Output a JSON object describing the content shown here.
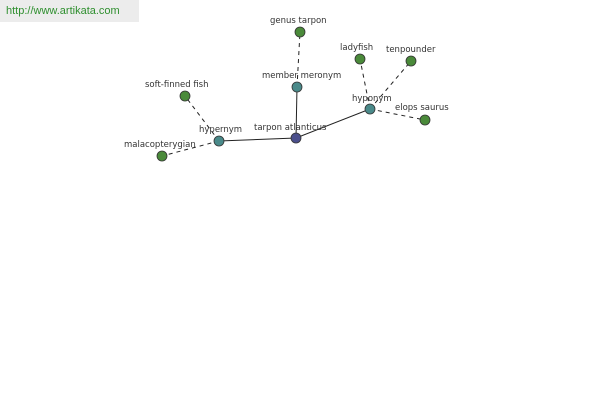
{
  "site_url": "http://www.artikata.com",
  "colors": {
    "center_node": "#4b4f8c",
    "relation_node": "#4a8a8a",
    "leaf_node": "#4a8a3a",
    "url_text": "#2f8f2f"
  },
  "graph": {
    "center": {
      "id": "tarpon",
      "label": "tarpon atlanticus"
    },
    "relations": [
      {
        "id": "rel-hypernym",
        "label": "hypernym"
      },
      {
        "id": "rel-member-meronym",
        "label": "member meronym"
      },
      {
        "id": "rel-hyponym",
        "label": "hyponym"
      }
    ],
    "leaves": [
      {
        "id": "leaf-soft-finned-fish",
        "label": "soft-finned fish",
        "relation": "rel-hypernym"
      },
      {
        "id": "leaf-malacopterygian",
        "label": "malacopterygian",
        "relation": "rel-hypernym"
      },
      {
        "id": "leaf-genus-tarpon",
        "label": "genus tarpon",
        "relation": "rel-member-meronym"
      },
      {
        "id": "leaf-ladyfish",
        "label": "ladyfish",
        "relation": "rel-hyponym"
      },
      {
        "id": "leaf-tenpounder",
        "label": "tenpounder",
        "relation": "rel-hyponym"
      },
      {
        "id": "leaf-elops-saurus",
        "label": "elops saurus",
        "relation": "rel-hyponym"
      }
    ]
  }
}
